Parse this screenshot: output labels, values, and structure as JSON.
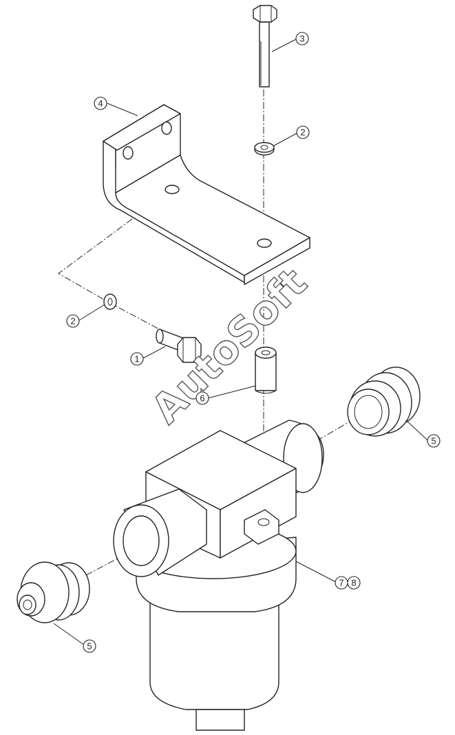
{
  "callouts": [
    {
      "id": "c3",
      "label": "3"
    },
    {
      "id": "c4",
      "label": "4"
    },
    {
      "id": "c2a",
      "label": "2"
    },
    {
      "id": "c2b",
      "label": "2"
    },
    {
      "id": "c1",
      "label": "1"
    },
    {
      "id": "c6",
      "label": "6"
    },
    {
      "id": "c5a",
      "label": "5"
    },
    {
      "id": "c7",
      "label": "7"
    },
    {
      "id": "c8",
      "label": "8"
    },
    {
      "id": "c5b",
      "label": "5"
    }
  ],
  "watermark": "AutoSoft",
  "colors": {
    "line": "#222222",
    "background": "#ffffff",
    "watermark_outline": "#555555"
  }
}
